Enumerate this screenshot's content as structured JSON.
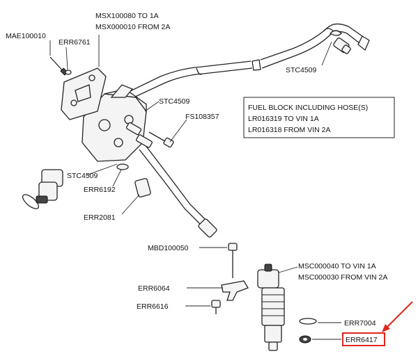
{
  "labels": {
    "mae100010": "MAE100010",
    "err6761": "ERR6761",
    "msx_top_1": "MSX100080 TO 1A",
    "msx_top_2": "MSX000010 FROM 2A",
    "stc4509_hose": "STC4509",
    "stc4509_mid": "STC4509",
    "fs108357": "FS108357",
    "stc4509_left": "STC4509",
    "err6192": "ERR6192",
    "err2081": "ERR2081",
    "mbd100050": "MBD100050",
    "err6064": "ERR6064",
    "err6616": "ERR6616",
    "msc_1": "MSC000040 TO VIN 1A",
    "msc_2": "MSC000030 FROM VIN 2A",
    "err7004": "ERR7004",
    "err6417": "ERR6417"
  },
  "note_box": {
    "line1": "FUEL BLOCK INCLUDING HOSE(S)",
    "line2": "LR016319 TO VIN 1A",
    "line3": "LR016318 FROM VIN 2A"
  },
  "highlight": {
    "part": "ERR6417",
    "color": "#e0261f"
  }
}
